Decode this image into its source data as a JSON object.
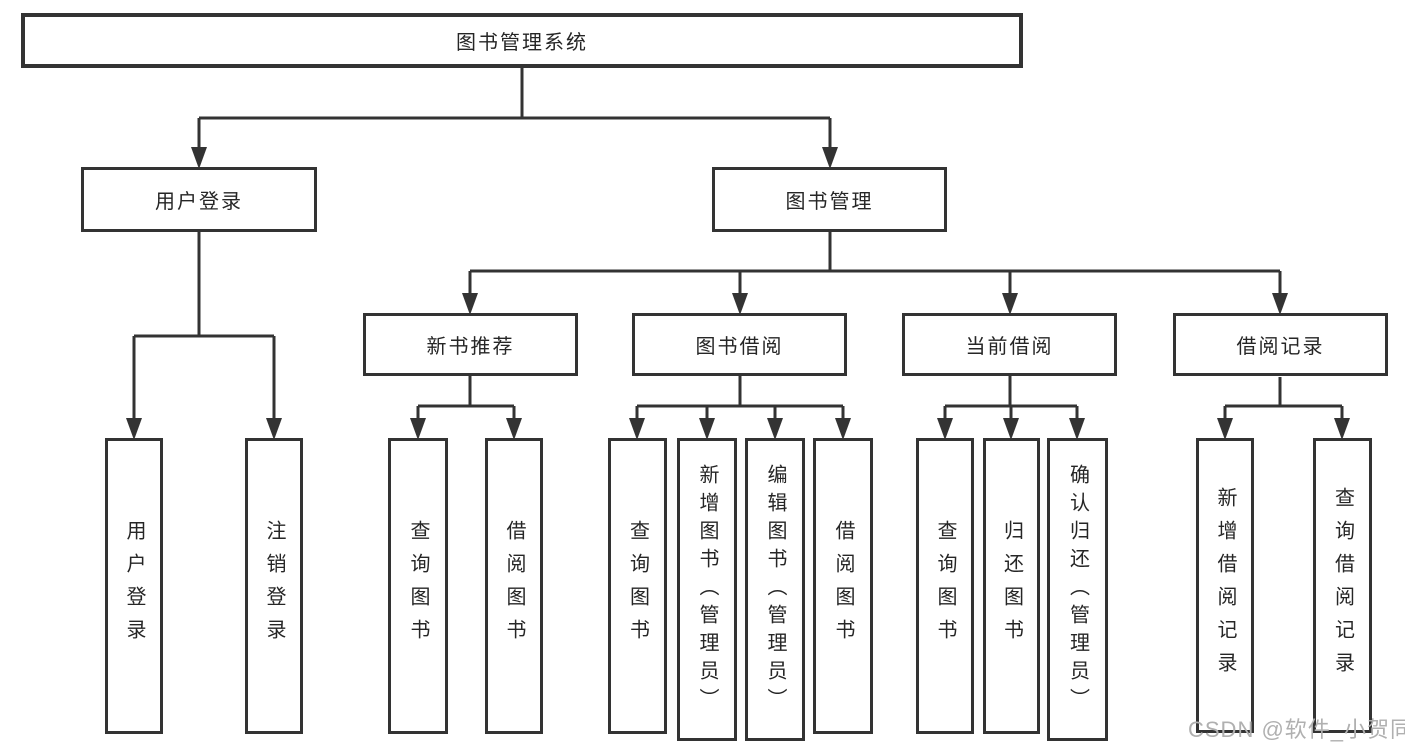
{
  "diagram": {
    "root": {
      "label": "图书管理系统"
    },
    "children": [
      {
        "label": "用户登录",
        "children": [
          {
            "label": "用户登录"
          },
          {
            "label": "注销登录"
          }
        ]
      },
      {
        "label": "图书管理",
        "children": [
          {
            "label": "新书推荐",
            "children": [
              {
                "label": "查询图书"
              },
              {
                "label": "借阅图书"
              }
            ]
          },
          {
            "label": "图书借阅",
            "children": [
              {
                "label": "查询图书"
              },
              {
                "label": "新增图书（管理员）"
              },
              {
                "label": "编辑图书（管理员）"
              },
              {
                "label": "借阅图书"
              }
            ]
          },
          {
            "label": "当前借阅",
            "children": [
              {
                "label": "查询图书"
              },
              {
                "label": "归还图书"
              },
              {
                "label": "确认归还（管理员）"
              }
            ]
          },
          {
            "label": "借阅记录",
            "children": [
              {
                "label": "新增借阅记录"
              },
              {
                "label": "查询借阅记录"
              }
            ]
          }
        ]
      }
    ]
  },
  "watermark": {
    "text": "CSDN @软件_小贺同学"
  },
  "colors": {
    "line": "#333333",
    "box_border": "#333333",
    "text": "#262626",
    "background": "#ffffff",
    "watermark": "#b0b0b0"
  }
}
